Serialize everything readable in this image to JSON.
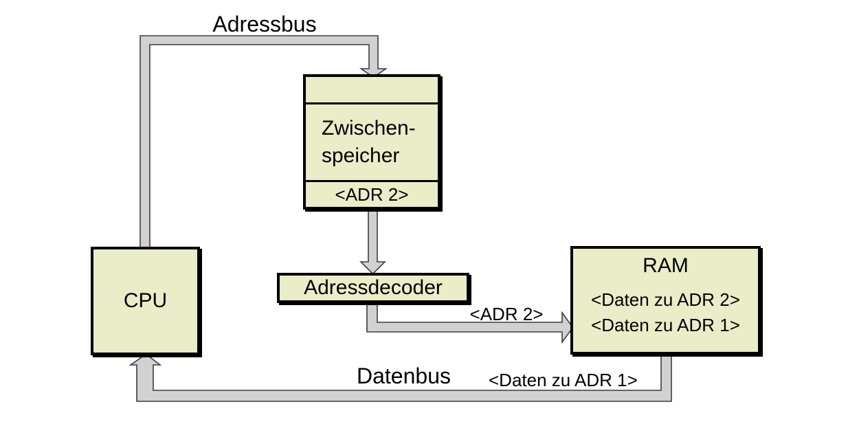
{
  "colors": {
    "box_fill": "#ebecc8",
    "box_border": "#000000",
    "bus_fill": "#d1d1d1",
    "bus_stroke": "#3c3c3c",
    "text_color": "#000000",
    "bg": "#ffffff"
  },
  "diagram": {
    "labels": {
      "adressbus": "Adressbus",
      "datenbus": "Datenbus",
      "adr2": "<ADR 2>",
      "daten_adr1": "<Daten zu ADR 1>"
    },
    "nodes": {
      "cpu": {
        "title": "CPU"
      },
      "buffer": {
        "line1": "Zwischen-",
        "line2": "speicher",
        "slot": "<ADR 2>"
      },
      "decoder": {
        "title": "Adressdecoder"
      },
      "ram": {
        "title": "RAM",
        "entries": [
          "<Daten zu ADR 2>",
          "<Daten zu ADR 1>"
        ]
      }
    }
  }
}
